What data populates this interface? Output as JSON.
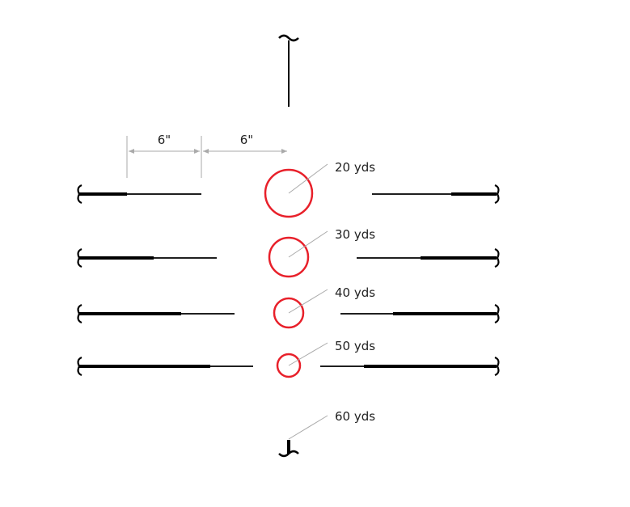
{
  "title": "Rangefinder reticle diagram",
  "dimensions": [
    "6\"",
    "6\""
  ],
  "ranges": [
    {
      "label": "20 yds"
    },
    {
      "label": "30 yds"
    },
    {
      "label": "40 yds"
    },
    {
      "label": "50 yds"
    },
    {
      "label": "60 yds"
    }
  ],
  "colors": {
    "circle": "#e8202a",
    "line": "#000000",
    "guide": "#aaaaaa"
  }
}
